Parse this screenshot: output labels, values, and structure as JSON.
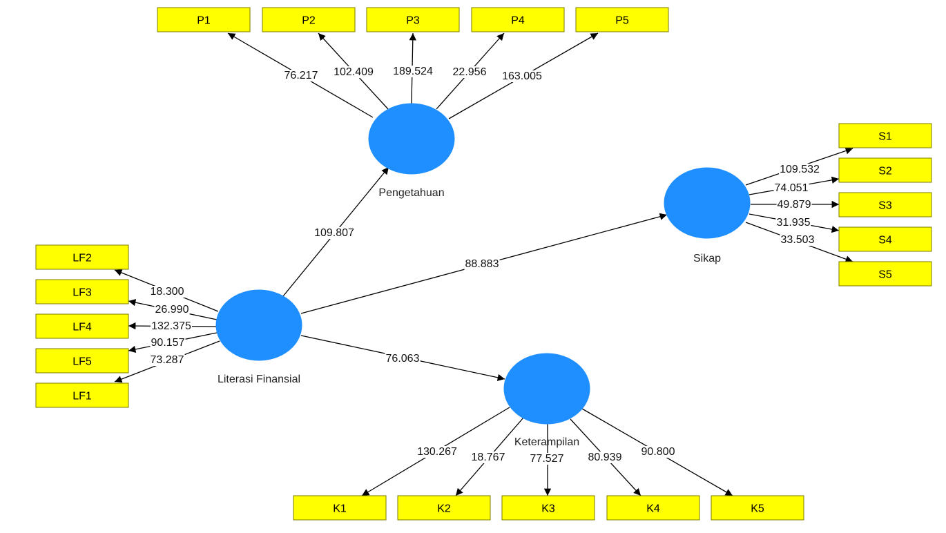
{
  "latents": [
    {
      "id": "pengetahuan",
      "label": "Pengetahuan"
    },
    {
      "id": "literasi",
      "label": "Literasi Finansial"
    },
    {
      "id": "sikap",
      "label": "Sikap"
    },
    {
      "id": "keterampilan",
      "label": "Keterampilan"
    }
  ],
  "indicators": [
    {
      "id": "P1",
      "label": "P1"
    },
    {
      "id": "P2",
      "label": "P2"
    },
    {
      "id": "P3",
      "label": "P3"
    },
    {
      "id": "P4",
      "label": "P4"
    },
    {
      "id": "P5",
      "label": "P5"
    },
    {
      "id": "S1",
      "label": "S1"
    },
    {
      "id": "S2",
      "label": "S2"
    },
    {
      "id": "S3",
      "label": "S3"
    },
    {
      "id": "S4",
      "label": "S4"
    },
    {
      "id": "S5",
      "label": "S5"
    },
    {
      "id": "LF2",
      "label": "LF2"
    },
    {
      "id": "LF3",
      "label": "LF3"
    },
    {
      "id": "LF4",
      "label": "LF4"
    },
    {
      "id": "LF5",
      "label": "LF5"
    },
    {
      "id": "LF1",
      "label": "LF1"
    },
    {
      "id": "K1",
      "label": "K1"
    },
    {
      "id": "K2",
      "label": "K2"
    },
    {
      "id": "K3",
      "label": "K3"
    },
    {
      "id": "K4",
      "label": "K4"
    },
    {
      "id": "K5",
      "label": "K5"
    }
  ],
  "paths": [
    {
      "from": "literasi",
      "to": "pengetahuan",
      "value": "109.807"
    },
    {
      "from": "literasi",
      "to": "sikap",
      "value": "88.883"
    },
    {
      "from": "literasi",
      "to": "keterampilan",
      "value": "76.063"
    }
  ],
  "loadings": [
    {
      "from": "pengetahuan",
      "to": "P1",
      "value": "76.217"
    },
    {
      "from": "pengetahuan",
      "to": "P2",
      "value": "102.409"
    },
    {
      "from": "pengetahuan",
      "to": "P3",
      "value": "189.524"
    },
    {
      "from": "pengetahuan",
      "to": "P4",
      "value": "22.956"
    },
    {
      "from": "pengetahuan",
      "to": "P5",
      "value": "163.005"
    },
    {
      "from": "sikap",
      "to": "S1",
      "value": "109.532"
    },
    {
      "from": "sikap",
      "to": "S2",
      "value": "74.051"
    },
    {
      "from": "sikap",
      "to": "S3",
      "value": "49.879"
    },
    {
      "from": "sikap",
      "to": "S4",
      "value": "31.935"
    },
    {
      "from": "sikap",
      "to": "S5",
      "value": "33.503"
    },
    {
      "from": "literasi",
      "to": "LF2",
      "value": "18.300"
    },
    {
      "from": "literasi",
      "to": "LF3",
      "value": "26.990"
    },
    {
      "from": "literasi",
      "to": "LF4",
      "value": "132.375"
    },
    {
      "from": "literasi",
      "to": "LF5",
      "value": "90.157"
    },
    {
      "from": "literasi",
      "to": "LF1",
      "value": "73.287"
    },
    {
      "from": "keterampilan",
      "to": "K1",
      "value": "130.267"
    },
    {
      "from": "keterampilan",
      "to": "K2",
      "value": "18.767"
    },
    {
      "from": "keterampilan",
      "to": "K3",
      "value": "77.527"
    },
    {
      "from": "keterampilan",
      "to": "K4",
      "value": "80.939"
    },
    {
      "from": "keterampilan",
      "to": "K5",
      "value": "90.800"
    }
  ],
  "colors": {
    "latent": "#1f8fff",
    "indicator": "#ffff00",
    "edge": "#000000"
  }
}
